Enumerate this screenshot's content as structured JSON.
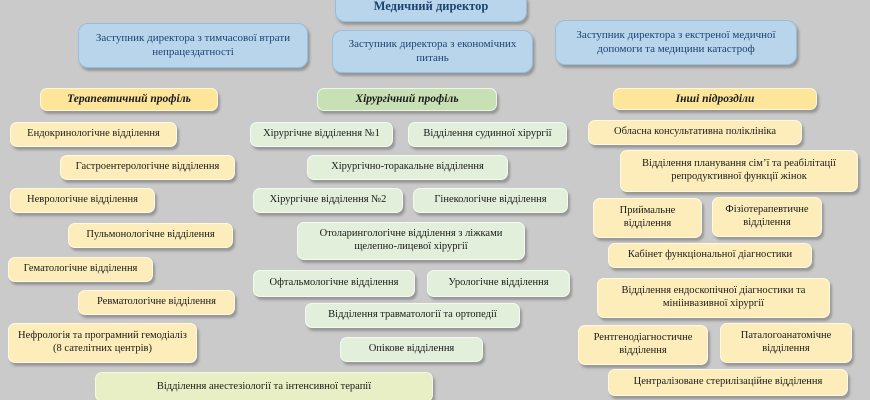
{
  "org_chart": {
    "director": "Медичний директор",
    "deputies": [
      "Заступник директора з тимчасової втрати непрацездатності",
      "Заступник директора з економічних питань",
      "Заступник директора з екстреної медичної допомоги та медицини катастроф"
    ],
    "sections": {
      "therapeutic": {
        "header": "Терапевтичний профіль",
        "items": [
          "Ендокринологічне відділення",
          "Гастроентерологічне відділення",
          "Неврологічне відділення",
          "Пульмонологічне відділення",
          "Гематологічне відділення",
          "Ревматологічне відділення",
          "Нефрологія та програмний гемодіаліз (8 сателітних центрів)"
        ]
      },
      "surgical": {
        "header": "Хірургічний профіль",
        "items": [
          "Хірургічне відділення №1",
          "Відділення судинної хірургії",
          "Хірургічно-торакальне відділення",
          "Хірургічне відділення №2",
          "Гінекологічне відділення",
          "Отоларингологічне відділення з ліжками щелепно-лицевої хірургії",
          "Офтальмологічне відділення",
          "Урологічне відділення",
          "Відділення травматології та ортопедії",
          "Опікове відділення"
        ]
      },
      "other": {
        "header": "Інші підрозділи",
        "items": [
          "Обласна консультативна поліклініка",
          "Відділення планування сім’ї та реабілітації репродуктивної функції жінок",
          "Приймальне відділення",
          "Фізіотерапевтичне відділення",
          "Кабінет функціональної діагностики",
          "Відділення ендоскопічної діагностики та мініінвазивної хірургії",
          "Рентгенодіагностичне відділення",
          "Паталогоанатомічне відділення",
          "Централізоване стерилізаційне відділення"
        ]
      }
    },
    "anesthesiology": "Відділення анестезіології та інтенсивної терапії"
  },
  "colors": {
    "background": "#c9cac9",
    "blue_fill": "#b9d5ec",
    "blue_text": "#1d4370",
    "yellow_fill": "#fcedba",
    "yellow_header_fill": "#fde59a",
    "green_fill": "#e1efdb",
    "green_header_fill": "#c7e1b5",
    "bottom_green_fill": "#e9efc4"
  }
}
